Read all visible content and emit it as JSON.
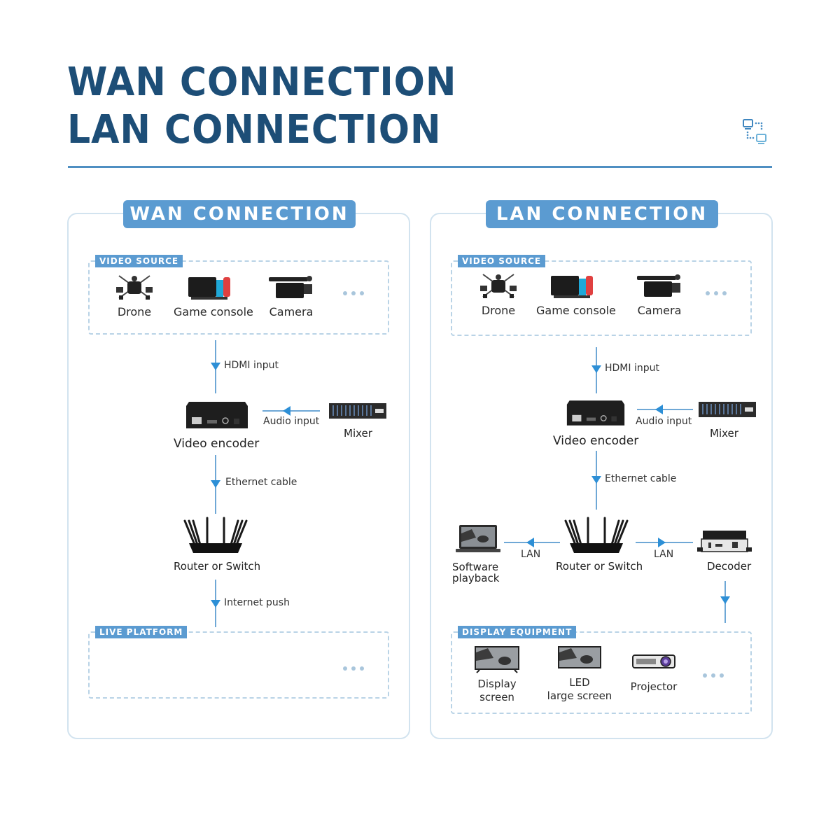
{
  "header": {
    "title_line1": "WAN CONNECTION",
    "title_line2": "LAN CONNECTION",
    "icon": "network-topology-icon"
  },
  "colors": {
    "title": "#1d4e77",
    "accent": "#5b9bd1",
    "arrow": "#2d8fd6",
    "line": "#6fa8d6",
    "panel_border": "#d2e3ef"
  },
  "wan": {
    "title": "WAN CONNECTION",
    "video_source": {
      "tag": "VIDEO SOURCE",
      "items": [
        {
          "label": "Drone",
          "icon": "drone-icon"
        },
        {
          "label": "Game console",
          "icon": "game-console-icon"
        },
        {
          "label": "Camera",
          "icon": "camera-icon"
        }
      ],
      "more": "..."
    },
    "hdmi_label": "HDMI input",
    "encoder_label": "Video encoder",
    "audio_label": "Audio input",
    "mixer_label": "Mixer",
    "ethernet_label": "Ethernet cable",
    "router_label": "Router or Switch",
    "internet_label": "Internet push",
    "live_platform": {
      "tag": "LIVE PLATFORM",
      "more": "..."
    }
  },
  "lan": {
    "title": "LAN CONNECTION",
    "video_source": {
      "tag": "VIDEO SOURCE",
      "items": [
        {
          "label": "Drone",
          "icon": "drone-icon"
        },
        {
          "label": "Game console",
          "icon": "game-console-icon"
        },
        {
          "label": "Camera",
          "icon": "camera-icon"
        }
      ],
      "more": "..."
    },
    "hdmi_label": "HDMI input",
    "encoder_label": "Video encoder",
    "audio_label": "Audio input",
    "mixer_label": "Mixer",
    "ethernet_label": "Ethernet cable",
    "router_label": "Router or Switch",
    "lan_left_label": "LAN",
    "lan_right_label": "LAN",
    "software_label_1": "Software",
    "software_label_2": "playback",
    "decoder_label": "Decoder",
    "display_equipment": {
      "tag": "DISPLAY EQUIPMENT",
      "items": [
        {
          "label1": "Display",
          "label2": "screen",
          "icon": "display-screen-icon"
        },
        {
          "label1": "LED",
          "label2": "large screen",
          "icon": "led-screen-icon"
        },
        {
          "label1": "Projector",
          "label2": "",
          "icon": "projector-icon"
        }
      ],
      "more": "..."
    }
  }
}
